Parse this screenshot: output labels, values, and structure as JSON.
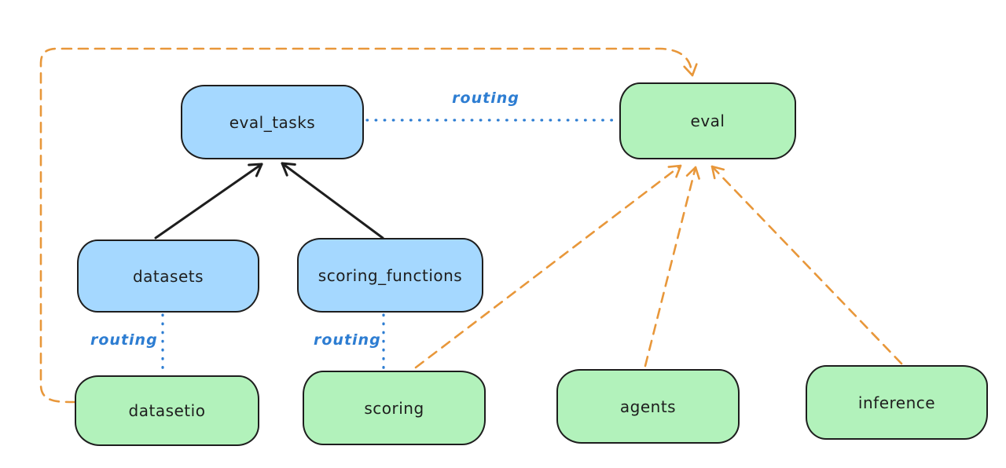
{
  "diagram": {
    "type": "node-edge-diagram",
    "background": "#ffffff",
    "colors": {
      "node_blue_fill": "#a5d8ff",
      "node_green_fill": "#b2f2bb",
      "node_stroke": "#1e1e1e",
      "solid_arrow": "#1e1e1e",
      "routing_blue": "#2d7dd2",
      "dashed_orange": "#e8973a"
    },
    "nodes": [
      {
        "id": "eval_tasks",
        "label": "eval_tasks",
        "color": "blue"
      },
      {
        "id": "eval",
        "label": "eval",
        "color": "green"
      },
      {
        "id": "datasets",
        "label": "datasets",
        "color": "blue"
      },
      {
        "id": "scoring_functions",
        "label": "scoring_functions",
        "color": "blue"
      },
      {
        "id": "datasetio",
        "label": "datasetio",
        "color": "green"
      },
      {
        "id": "scoring",
        "label": "scoring",
        "color": "green"
      },
      {
        "id": "agents",
        "label": "agents",
        "color": "green"
      },
      {
        "id": "inference",
        "label": "inference",
        "color": "green"
      }
    ],
    "edges": [
      {
        "from": "datasets",
        "to": "eval_tasks",
        "style": "solid",
        "arrow": true,
        "color": "black"
      },
      {
        "from": "scoring_functions",
        "to": "eval_tasks",
        "style": "solid",
        "arrow": true,
        "color": "black"
      },
      {
        "from": "eval_tasks",
        "to": "eval",
        "style": "dotted",
        "arrow": false,
        "color": "blue",
        "label": "routing"
      },
      {
        "from": "datasets",
        "to": "datasetio",
        "style": "dotted",
        "arrow": false,
        "color": "blue",
        "label": "routing"
      },
      {
        "from": "scoring_functions",
        "to": "scoring",
        "style": "dotted",
        "arrow": false,
        "color": "blue",
        "label": "routing"
      },
      {
        "from": "datasetio",
        "to": "eval",
        "style": "dashed",
        "arrow": true,
        "color": "orange"
      },
      {
        "from": "scoring",
        "to": "eval",
        "style": "dashed",
        "arrow": true,
        "color": "orange"
      },
      {
        "from": "agents",
        "to": "eval",
        "style": "dashed",
        "arrow": true,
        "color": "orange"
      },
      {
        "from": "inference",
        "to": "eval",
        "style": "dashed",
        "arrow": true,
        "color": "orange"
      }
    ]
  }
}
